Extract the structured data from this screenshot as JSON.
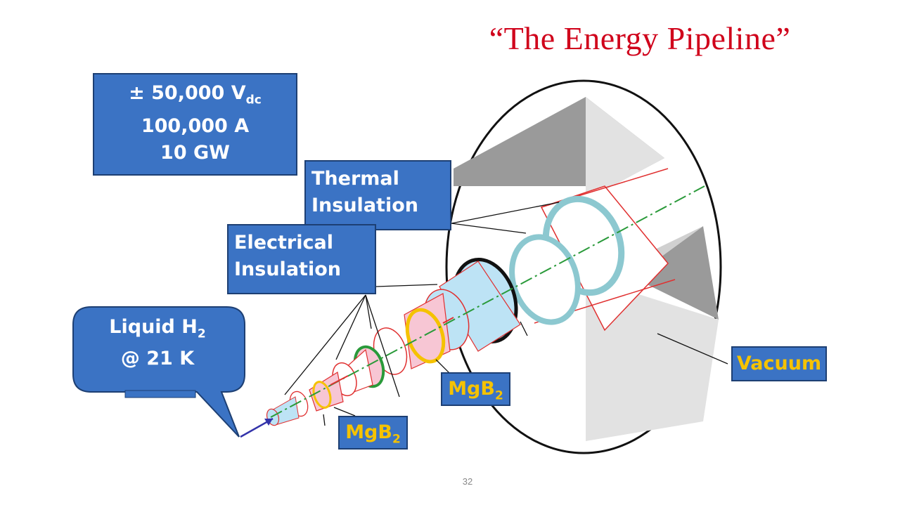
{
  "title": "“The Energy Pipeline”",
  "specs": {
    "voltage_prefix": "± 50,000 V",
    "voltage_sub": "dc",
    "current": "100,000 A",
    "power": "10 GW"
  },
  "labels": {
    "thermal_line1": "Thermal",
    "thermal_line2": "Insulation",
    "electrical_line1": "Electrical",
    "electrical_line2": "Insulation",
    "liquid_prefix": "Liquid H",
    "liquid_sub": "2",
    "liquid_temp": "@ 21 K",
    "mgb2_main": "MgB",
    "mgb2_sub": "2",
    "vacuum": "Vacuum"
  },
  "page_number": "32",
  "colors": {
    "title": "#d0021b",
    "box_fill": "#3b73c4",
    "box_border": "#1d3f73",
    "mgb2_text": "#f5c200",
    "tube_pink": "#f7c6d4",
    "tube_blue": "#bde3f5",
    "tube_red_edge": "#e03030",
    "axis_green": "#2a9a3a"
  }
}
